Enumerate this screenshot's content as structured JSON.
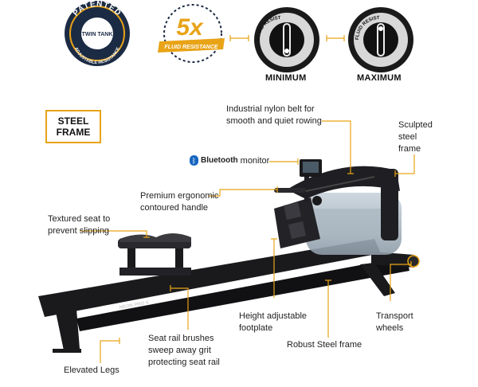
{
  "badges": {
    "patented": {
      "top": "PATENTED",
      "middle": "TWIN TANK",
      "bottom": "ADJUSTABLE RESISTANCE"
    },
    "fluid": {
      "big": "5x",
      "ribbon": "FLUID RESISTANCE"
    }
  },
  "resistance": {
    "ring_text": "FLUID RESISTANCE",
    "minimum": "MINIMUM",
    "maximum": "MAXIMUM"
  },
  "steel_frame": {
    "line1": "STEEL",
    "line2": "FRAME"
  },
  "bluetooth": {
    "brand": "Bluetooth",
    "rest": " monitor"
  },
  "callouts": {
    "belt": [
      "Industrial nylon belt for",
      "smooth and quiet rowing"
    ],
    "sculpted": [
      "Sculpted",
      "steel",
      "frame"
    ],
    "handle": [
      "Premium ergonomic",
      "contoured handle"
    ],
    "seat": [
      "Textured seat to",
      "prevent slipping"
    ],
    "footplate": [
      "Height adjustable",
      "footplate"
    ],
    "wheels": [
      "Transport",
      "wheels"
    ],
    "brushes": [
      "Seat rail brushes",
      "sweep away grit",
      "protecting seat rail"
    ],
    "frame": "Robust Steel frame",
    "legs": "Elevated Legs"
  },
  "rower_brand": "NEON PRO V",
  "colors": {
    "accent": "#e8a317",
    "navy": "#1c2b44",
    "frame": "#1a1a1d"
  }
}
